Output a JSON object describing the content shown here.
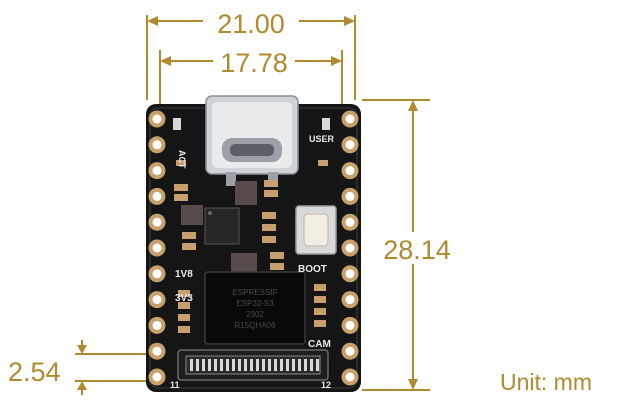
{
  "dimensions": {
    "overall_width": "21.00",
    "pin_span": "17.78",
    "height": "28.14",
    "pin_pitch": "2.54",
    "unit": "Unit: mm"
  },
  "board": {
    "labels": {
      "act": "ACT",
      "user": "USER",
      "boot": "BOOT",
      "v1": "1V8",
      "v3": "3V3",
      "cam": "CAM",
      "pin11": "11",
      "pin12": "12"
    },
    "chip_markings": [
      "ESPRESSIF",
      "ESP32-S3",
      "2302",
      "R15QHA06"
    ]
  },
  "colors": {
    "dimension": "#b08a2c",
    "board": "#151515",
    "pad": "#c7a06a"
  }
}
